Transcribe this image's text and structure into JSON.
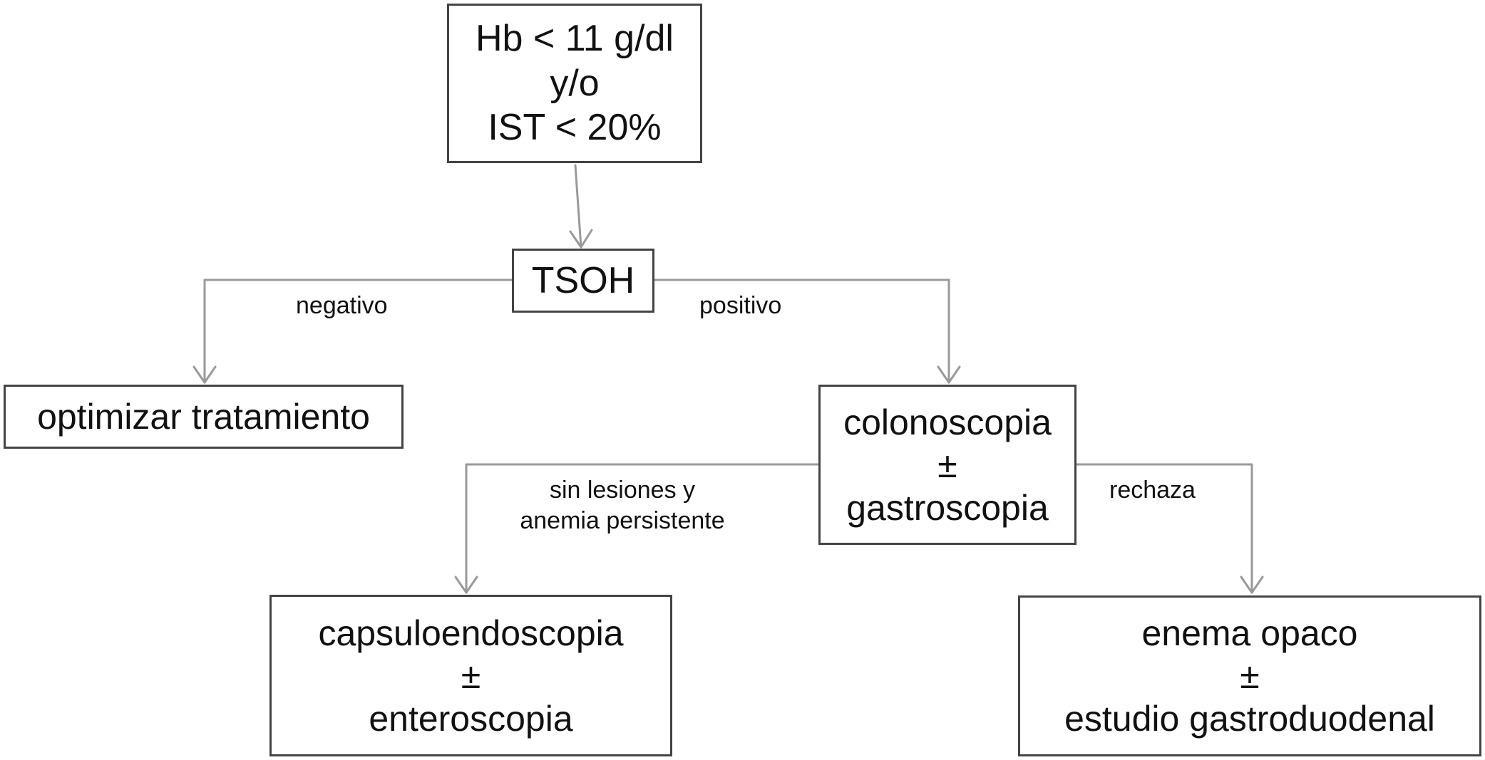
{
  "nodes": {
    "start": {
      "lines": [
        "Hb < 11 g/dl",
        "y/o",
        "IST < 20%"
      ]
    },
    "tsoh": {
      "label": "TSOH"
    },
    "optimizar": {
      "label": "optimizar tratamiento"
    },
    "colonoscopia": {
      "lines": [
        "colonoscopia",
        "±",
        "gastroscopia"
      ]
    },
    "capsulo": {
      "lines": [
        "capsuloendoscopia",
        "±",
        "enteroscopia"
      ]
    },
    "enema": {
      "lines": [
        "enema opaco",
        "±",
        "estudio gastroduodenal"
      ]
    }
  },
  "edges": {
    "negativo": "negativo",
    "positivo": "positivo",
    "sin_lesiones": [
      "sin lesiones y",
      "anemia persistente"
    ],
    "rechaza": "rechaza"
  },
  "colors": {
    "connector": "#9a9a9a",
    "border": "#444444",
    "text": "#111111"
  }
}
